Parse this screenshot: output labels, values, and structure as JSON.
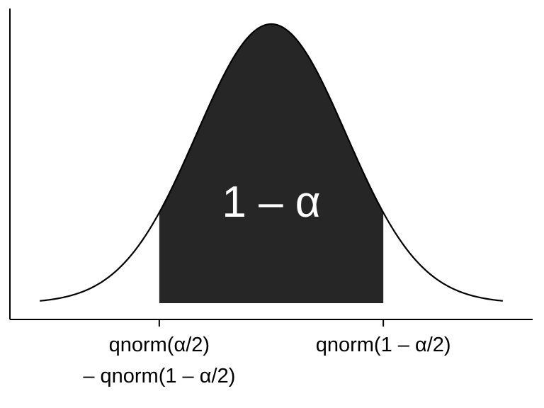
{
  "chart_data": {
    "type": "area",
    "title": "",
    "xlabel": "",
    "ylabel": "",
    "distribution": "standard normal density",
    "xlim": [
      -3.5,
      3.5
    ],
    "ylim": [
      0,
      0.4
    ],
    "curve_range": [
      -3.1,
      3.1
    ],
    "shaded_interval": [
      -1.5,
      1.5
    ],
    "colors": {
      "curve": "#000000",
      "shaded": "#262626",
      "axis": "#000000",
      "center_label": "#ffffff"
    },
    "center_label": "1 – α",
    "tick_labels": [
      {
        "x": -1.5,
        "lines": [
          "qnorm(α/2)",
          "– qnorm(1 – α/2)"
        ]
      },
      {
        "x": 1.5,
        "lines": [
          "qnorm(1 – α/2)"
        ]
      }
    ],
    "grid": false,
    "legend": "none"
  }
}
